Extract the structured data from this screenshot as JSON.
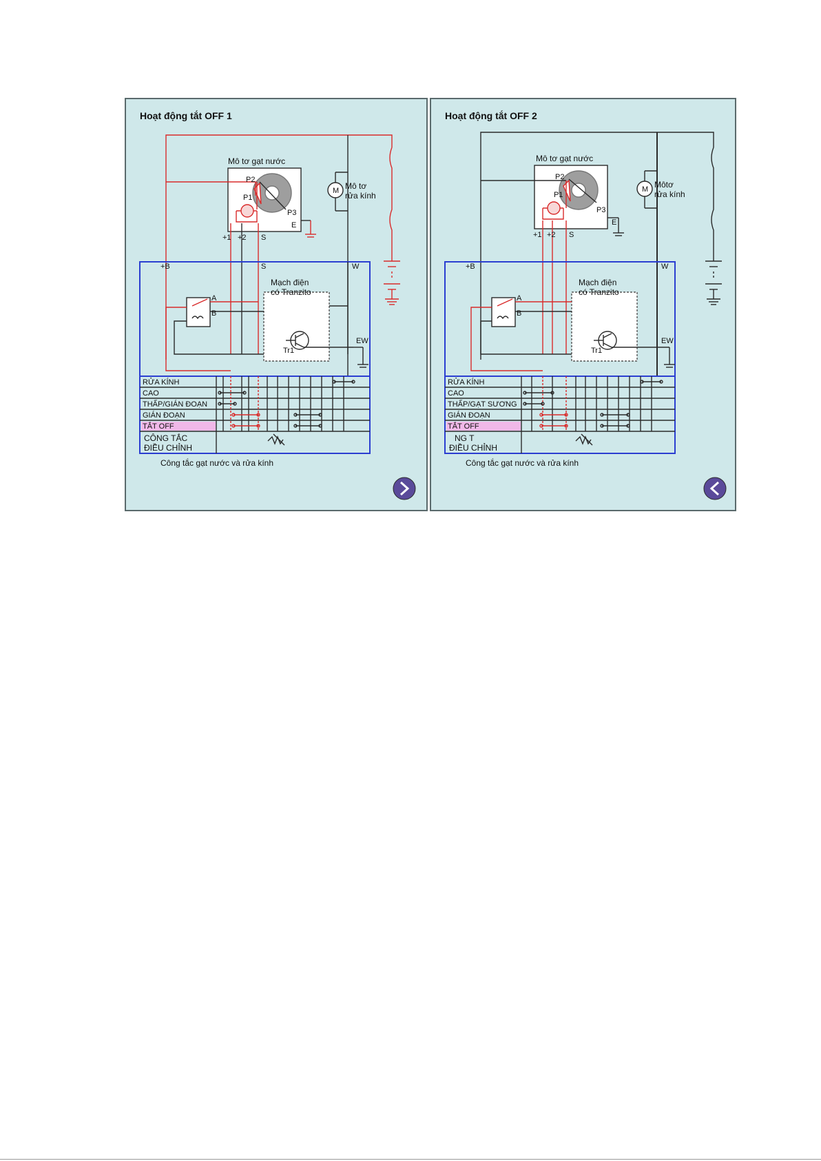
{
  "panels": [
    {
      "title": "Hoạt động tắt OFF 1",
      "labels": {
        "wiper_motor": "Mô tơ gạt nước",
        "washer_motor_1": "Mô tơ",
        "washer_motor_2": "rửa kính",
        "circuit_1": "Mạch điện",
        "circuit_2": "có Tranzito",
        "p1": "P1",
        "p2": "P2",
        "p3": "P3",
        "e": "E",
        "t1": "+1",
        "t2": "+2",
        "s_top": "S",
        "s_bottom": "S",
        "b": "+B",
        "w": "W",
        "ew": "EW",
        "a": "A",
        "bb": "B",
        "tr1": "Tr1",
        "m": "M",
        "switch_title": "Công tắc gạt nước và rửa kính"
      },
      "rows": [
        "RỬA KÍNH",
        "CAO",
        "THẤP/GIÁN ĐOẠN",
        "GIÁN ĐOẠN",
        "TẮT OFF"
      ],
      "adjust": [
        "CÔNG TẮC",
        "ĐIỀU CHỈNH"
      ],
      "nav_icon": "chevron-right-icon"
    },
    {
      "title": "Hoạt động tắt OFF 2",
      "labels": {
        "wiper_motor": "Mô tơ gạt nước",
        "washer_motor_1": "Môtơ",
        "washer_motor_2": "rửa kính",
        "circuit_1": "Mạch điện",
        "circuit_2": "có Tranzito",
        "p1": "P1",
        "p2": "P2",
        "p3": "P3",
        "e": "E",
        "t1": "+1",
        "t2": "+2",
        "s_top": "S",
        "b": "+B",
        "w": "W",
        "ew": "EW",
        "a": "A",
        "bb": "B",
        "tr1": "Tr1",
        "m": "M",
        "switch_title": "Công tắc gạt nước và rửa kính"
      },
      "rows": [
        "RỬA KÍNH",
        "CAO",
        "THẤP/GẠT SƯƠNG",
        "GIÁN ĐOẠN",
        "TẮT OFF"
      ],
      "adjust": [
        "NG T",
        "ĐIỀU CHỈNH"
      ],
      "nav_icon": "chevron-left-icon"
    }
  ],
  "missing_glyph": "",
  "colors": {
    "red": "#d92b2b",
    "blue": "#2b3ed1",
    "dark": "#2a2a2a",
    "highlight": "#f0b8e8",
    "panel_bg": "#cfe8ea",
    "nav": "#5a4a9a"
  }
}
